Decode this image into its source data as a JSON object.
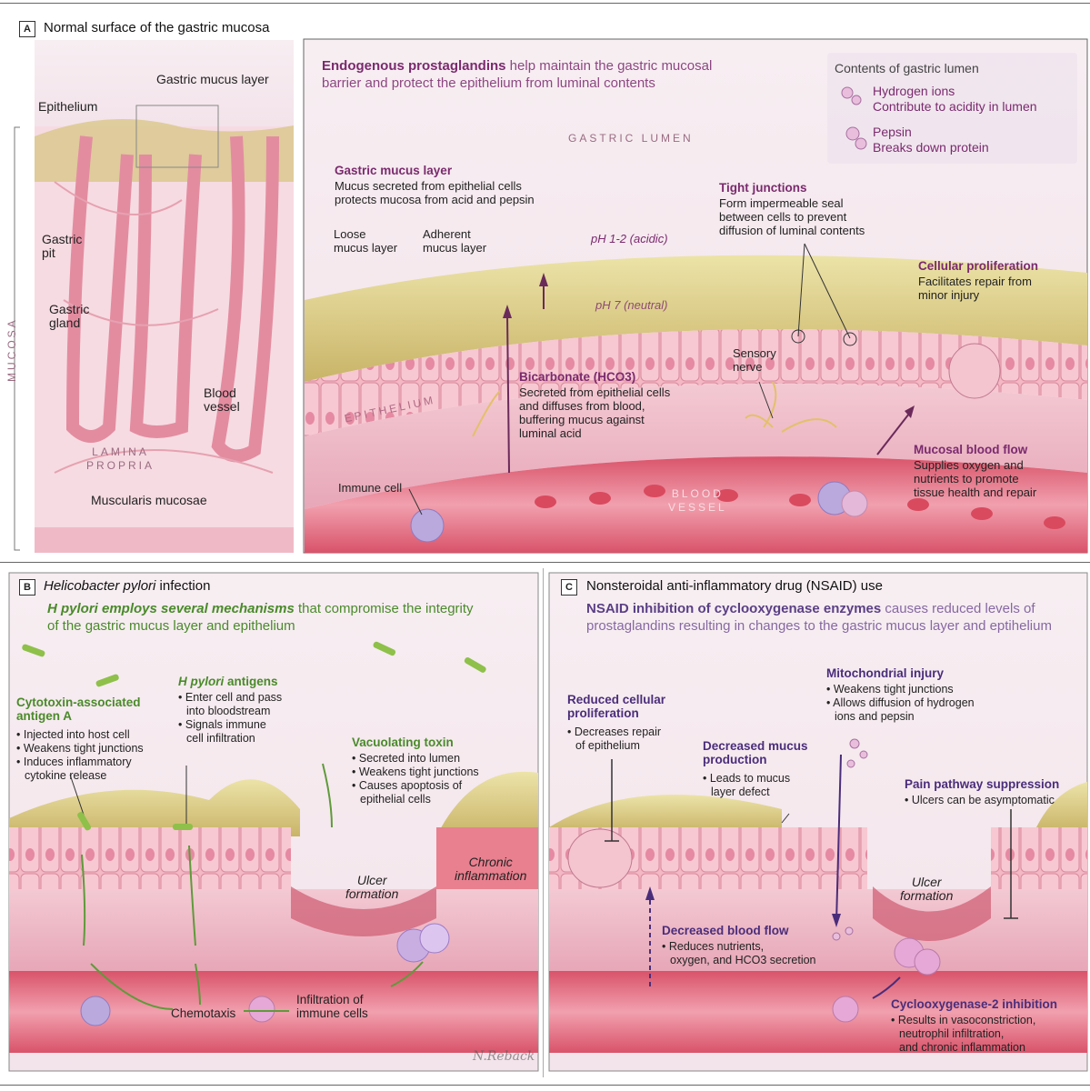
{
  "panelA": {
    "tag": "A",
    "title": "Normal surface of the gastric mucosa",
    "left": {
      "gastric_mucus_layer": "Gastric mucus layer",
      "epithelium": "Epithelium",
      "gastric_pit": "Gastric\npit",
      "gastric_gland": "Gastric\ngland",
      "blood_vessel": "Blood\nvessel",
      "mucosa": "MUCOSA",
      "lamina_propria": "LAMINA\nPROPRIA",
      "muscularis_mucosae": "Muscularis mucosae"
    },
    "intro_bold": "Endogenous prostaglandins",
    "intro_rest": " help maintain the gastric mucosal\nbarrier and protect the epithelium from luminal contents",
    "lumen_box": {
      "title": "Contents of gastric lumen",
      "hydrogen_title": "Hydrogen ions",
      "hydrogen_desc": "Contribute to acidity in lumen",
      "pepsin_title": "Pepsin",
      "pepsin_desc": "Breaks down protein"
    },
    "gastric_lumen": "GASTRIC LUMEN",
    "mucus_title": "Gastric mucus layer",
    "mucus_desc": "Mucus secreted from epithelial cells\nprotects mucosa from acid and pepsin",
    "loose": "Loose\nmucus layer",
    "adherent": "Adherent\nmucus layer",
    "ph_acid": "pH 1-2 (acidic)",
    "ph_neutral": "pH 7 (neutral)",
    "tight_title": "Tight junctions",
    "tight_desc": "Form impermeable seal\nbetween cells to prevent\ndiffusion of luminal contents",
    "prolif_title": "Cellular proliferation",
    "prolif_desc": "Facilitates repair from\nminor injury",
    "sensory": "Sensory\nnerve",
    "bicarb_title": "Bicarbonate (HCO3)",
    "bicarb_desc": "Secreted from epithelial cells\nand diffuses from blood,\nbuffering mucus against\nluminal acid",
    "epithelium_label": "EPITHELIUM",
    "flow_title": "Mucosal blood flow",
    "flow_desc": "Supplies oxygen and\nnutrients to promote\ntissue health and repair",
    "immune": "Immune cell",
    "blood_vessel_label": "BLOOD\nVESSEL"
  },
  "panelB": {
    "tag": "B",
    "title_italic": "Helicobacter pylori",
    "title_rest": " infection",
    "lead_bold": "H pylori employs several mechanisms",
    "lead_rest": " that compromise the integrity\nof the gastric mucus layer and epithelium",
    "caga_title": "Cytotoxin-associated\nantigen A",
    "caga_items": [
      "Injected into host cell",
      "Weakens tight junctions",
      "Induces inflammatory\ncytokine release"
    ],
    "antigens_title_italic": "H pylori",
    "antigens_title_rest": " antigens",
    "antigens_items": [
      "Enter cell and pass\ninto bloodstream",
      "Signals immune\ncell infiltration"
    ],
    "vac_title": "Vacuolating toxin",
    "vac_items": [
      "Secreted into lumen",
      "Weakens tight junctions",
      "Causes apoptosis of\nepithelial cells"
    ],
    "ulcer": "Ulcer\nformation",
    "chronic": "Chronic\ninflammation",
    "chemotaxis": "Chemotaxis",
    "infiltration": "Infiltration of\nimmune cells",
    "signature": "N.Reback"
  },
  "panelC": {
    "tag": "C",
    "title": "Nonsteroidal anti-inflammatory drug (NSAID) use",
    "lead_bold": "NSAID inhibition of cyclooxygenase enzymes",
    "lead_rest": " causes reduced levels of\nprostaglandins resulting in changes to the gastric mucus layer and eptihelium",
    "mito_title": "Mitochondrial injury",
    "mito_items": [
      "Weakens tight junctions",
      "Allows diffusion of hydrogen\nions and pepsin"
    ],
    "prolif_title": "Reduced cellular\nproliferation",
    "prolif_items": [
      "Decreases repair\nof epithelium"
    ],
    "mucus_title": "Decreased mucus\nproduction",
    "mucus_items": [
      "Leads to mucus\nlayer defect"
    ],
    "pain_title": "Pain pathway suppression",
    "pain_items": [
      "Ulcers can be asymptomatic"
    ],
    "ulcer": "Ulcer\nformation",
    "flow_title": "Decreased blood flow",
    "flow_items": [
      "Reduces nutrients,\noxygen, and HCO3 secretion"
    ],
    "cox_title": "Cyclooxygenase-2 inhibition",
    "cox_items": [
      "Results in vasoconstriction,\nneutrophil infiltration,\nand chronic inflammation"
    ]
  }
}
